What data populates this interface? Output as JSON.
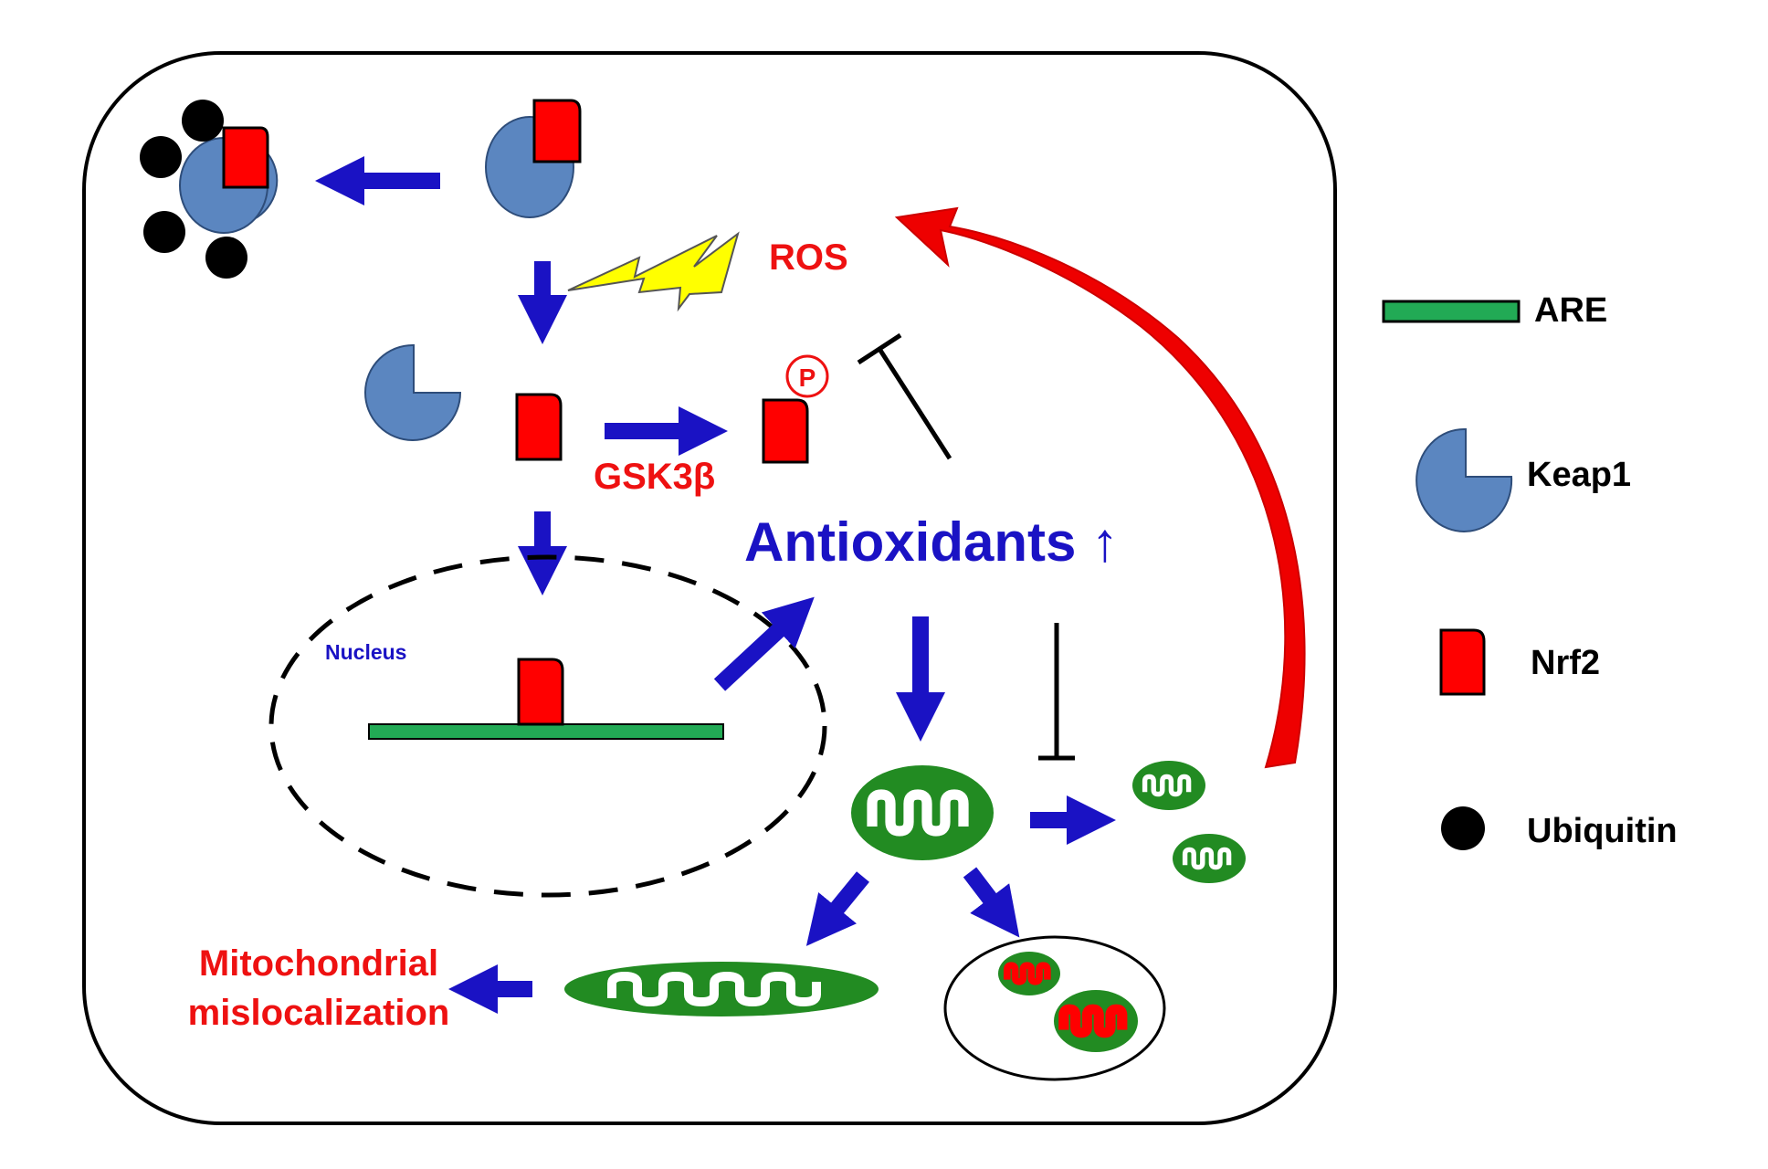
{
  "labels": {
    "ros": "ROS",
    "gsk3b": "GSK3β",
    "phospho": "P",
    "antioxidants": "Antioxidants ↑",
    "nucleus": "Nucleus",
    "mito_mislocalization_line1": "Mitochondrial",
    "mito_mislocalization_line2": "mislocalization"
  },
  "legend": {
    "items": [
      {
        "label": "ARE",
        "symbol": "are-bar"
      },
      {
        "label": "Keap1",
        "symbol": "keap1-pacman"
      },
      {
        "label": "Nrf2",
        "symbol": "nrf2-box"
      },
      {
        "label": "Ubiquitin",
        "symbol": "ubiquitin-dot"
      }
    ]
  },
  "colors": {
    "arrow": "#1a12c4",
    "text_red": "#ee1111",
    "keap1": "#5b86c0",
    "nrf2": "#ff0000",
    "are": "#22aa55",
    "mito": "#228b22",
    "ros_arrow": "#ee0000",
    "lightning": "#ffff00"
  }
}
